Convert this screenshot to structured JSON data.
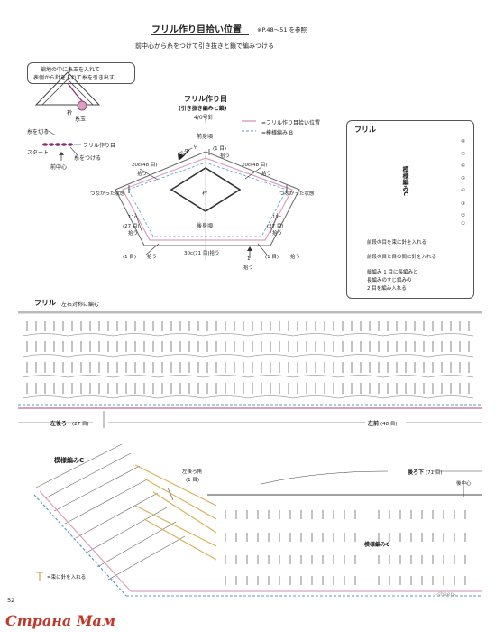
{
  "header": {
    "title": "フリル作り目拾い位置",
    "ref": "※P.48〜51 を参照",
    "subtitle": "前中心から糸をつけて引き抜きと鎖で編みつける"
  },
  "callout": {
    "line1": "編地の中に糸玉を入れて",
    "line2": "表側から針を入れて糸を引き出す。"
  },
  "yarn_detail": {
    "eri": "衿",
    "ball": "糸玉",
    "cut": "糸を切る",
    "start": "スタート",
    "attach": "糸をつける",
    "frill_label": "フリル作り目",
    "front_center": "前中心"
  },
  "diagram": {
    "title": "フリル作り目",
    "title_sub": "(引き抜き編みと鎖)",
    "needle": "4/0号針",
    "start": "スタート",
    "front_neck": "前身頃",
    "pick1": "(1 目)",
    "pick_word": "拾う",
    "left_20c": "20c(48 目)",
    "right_20c": "20c(48 目)",
    "connected_l": "つながった状態",
    "connected_r": "つながった状態",
    "eri": "衿",
    "back_neck": "後身頃",
    "left_11c": "11c",
    "left_27": "(27 目)",
    "right_11c": "11c",
    "right_27": "(27 目)",
    "bottom": "30c(71 目)拾う",
    "one": "1",
    "pick1b": "(1 目)",
    "legend1": "=フリル作り目拾い位置",
    "legend2": "=模様編み B"
  },
  "legend": {
    "title": "フリル",
    "pattern": "模様編みC",
    "rows": [
      "⑧",
      "⑦",
      "⑥",
      "⑤",
      "④",
      "③",
      "②",
      "①"
    ],
    "note1": "前段の目を束に針を入れる",
    "note2": "前段の目と目の間に針を入れる",
    "note3a": "細編み 1 目に長編みと",
    "note3b": "長編みのすじ編みの",
    "note3c": "2 目を編み入れる"
  },
  "frill": {
    "title": "フリル",
    "note": "左右対称に編む",
    "left_back": "左後ろ",
    "left_back_n": "(27 目)",
    "right_front": "左前",
    "right_front_n": "(48 目)"
  },
  "bottom": {
    "pattern_c": "模様編みC",
    "corner": "左後ろ角",
    "corner_n": "(1 目)",
    "back_below": "後ろ下",
    "back_below_n": "(71 目)",
    "back_center": "後中心",
    "pattern_c2": "模様編みC",
    "bottom_note": "=束に針を入れる"
  },
  "page": {
    "number": "52",
    "logo": "Страна Мам",
    "watermark": "-sheep-"
  },
  "colors": {
    "pink": "#d9a0bd",
    "magenta": "#8b2a7a",
    "blue": "#5a9bc9",
    "yellow": "#d8b25a",
    "red": "#c0392b"
  }
}
